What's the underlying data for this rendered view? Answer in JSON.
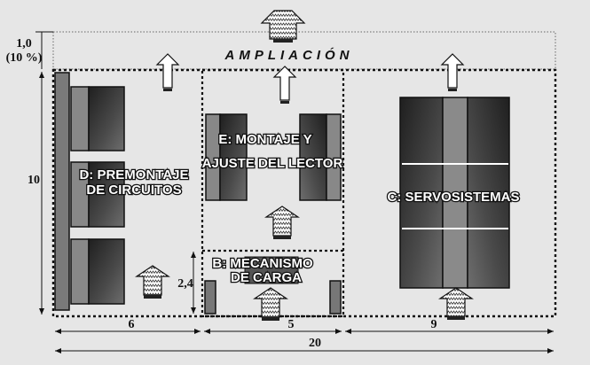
{
  "expansion": {
    "label": "AMPLIACIÓN",
    "height_value": "1,0",
    "height_percent": "(10 %)"
  },
  "zones": {
    "d": {
      "line1": "D: PREMONTAJE",
      "line2": "DE CIRCUITOS"
    },
    "e": {
      "line1": "E: MONTAJE Y",
      "line2": "AJUSTE DEL LECTOR"
    },
    "b": {
      "line1": "B: MECANISMO",
      "line2": "DE CARGA"
    },
    "c": {
      "line1": "C: SERVOSISTEMAS"
    }
  },
  "dimensions": {
    "height": "10",
    "b_height": "2,4",
    "width_d": "6",
    "width_e": "5",
    "width_c": "9",
    "total_width": "20"
  },
  "colors": {
    "background": "#e6e6e6",
    "line": "#111111"
  }
}
